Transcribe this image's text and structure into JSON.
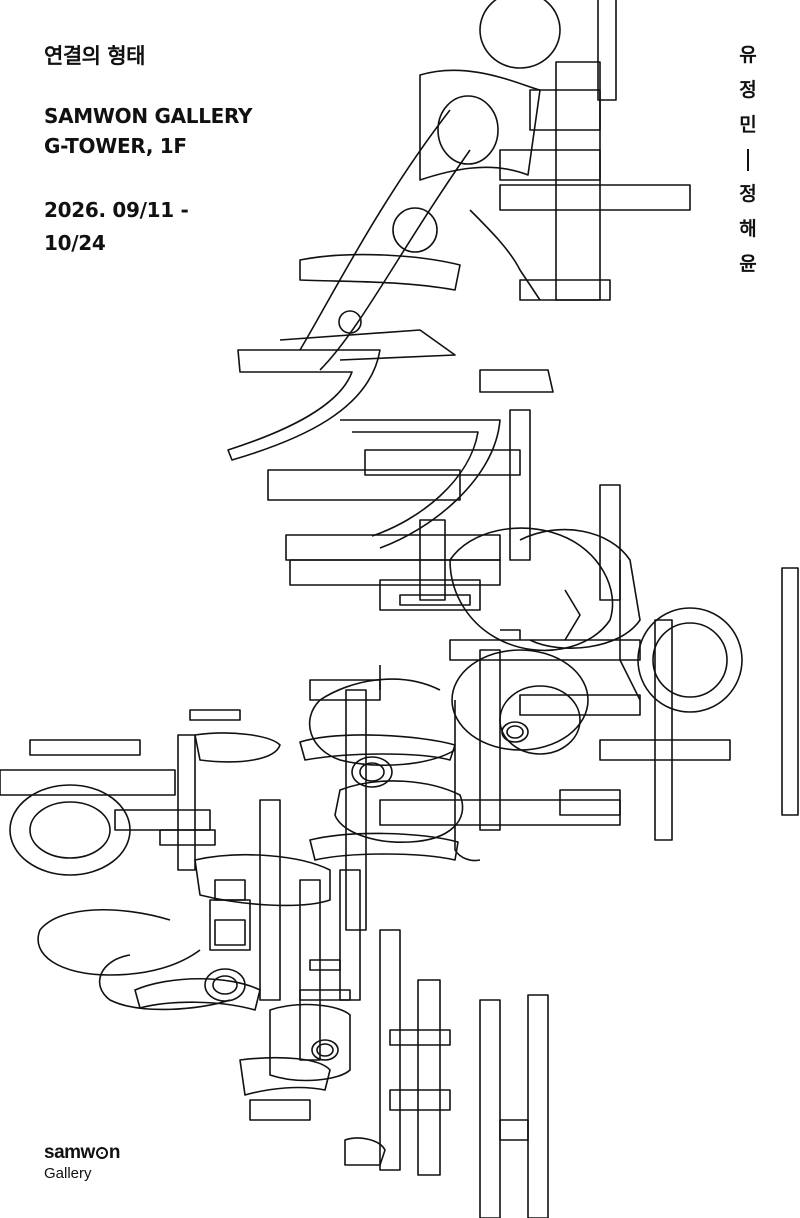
{
  "poster": {
    "title": "연결의 형태",
    "venue_line1": "SAMWON GALLERY",
    "venue_line2": "G-TOWER, 1F",
    "date_line1": "2026. 09/11 -",
    "date_line2": "10/24"
  },
  "artists": {
    "artist1": [
      "유",
      "정",
      "민"
    ],
    "artist2": [
      "정",
      "해",
      "윤"
    ]
  },
  "logo": {
    "word_start": "samw",
    "word_end": "n",
    "sub": "Gallery"
  },
  "colors": {
    "background": "#ffffff",
    "ink": "#111111"
  }
}
